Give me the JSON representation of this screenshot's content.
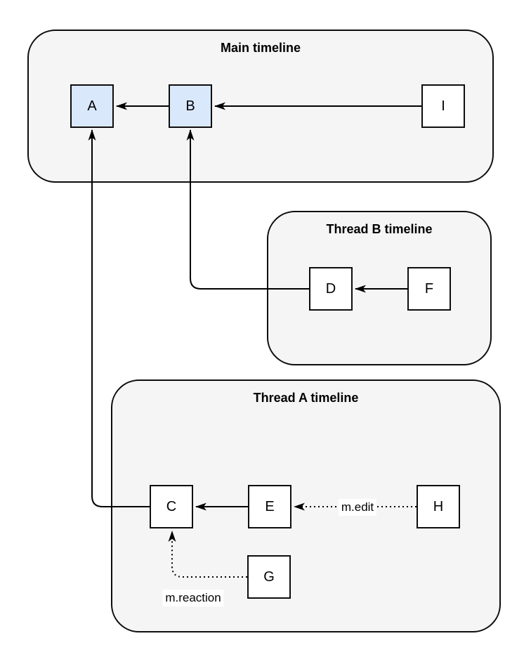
{
  "diagram": {
    "groups": {
      "main": {
        "title": "Main timeline"
      },
      "thread_b": {
        "title": "Thread B timeline"
      },
      "thread_a": {
        "title": "Thread A timeline"
      }
    },
    "nodes": {
      "A": {
        "label": "A",
        "variant": "highlighted",
        "group": "main"
      },
      "B": {
        "label": "B",
        "variant": "highlighted",
        "group": "main"
      },
      "I": {
        "label": "I",
        "variant": "plain",
        "group": "main"
      },
      "D": {
        "label": "D",
        "variant": "plain",
        "group": "thread_b"
      },
      "F": {
        "label": "F",
        "variant": "plain",
        "group": "thread_b"
      },
      "C": {
        "label": "C",
        "variant": "plain",
        "group": "thread_a"
      },
      "E": {
        "label": "E",
        "variant": "plain",
        "group": "thread_a"
      },
      "H": {
        "label": "H",
        "variant": "plain",
        "group": "thread_a"
      },
      "G": {
        "label": "G",
        "variant": "plain",
        "group": "thread_a"
      }
    },
    "edges": [
      {
        "from": "B",
        "to": "A",
        "style": "solid",
        "label": ""
      },
      {
        "from": "I",
        "to": "B",
        "style": "solid",
        "label": ""
      },
      {
        "from": "D",
        "to": "B",
        "style": "solid",
        "label": ""
      },
      {
        "from": "F",
        "to": "D",
        "style": "solid",
        "label": ""
      },
      {
        "from": "C",
        "to": "A",
        "style": "solid",
        "label": ""
      },
      {
        "from": "E",
        "to": "C",
        "style": "solid",
        "label": ""
      },
      {
        "from": "H",
        "to": "E",
        "style": "dotted",
        "label": "m.edit"
      },
      {
        "from": "G",
        "to": "C",
        "style": "dotted",
        "label": "m.reaction"
      }
    ],
    "colors": {
      "group_fill": "#f5f5f5",
      "node_fill": "#ffffff",
      "node_highlight_fill": "#dae8fc",
      "stroke": "#000000"
    }
  }
}
